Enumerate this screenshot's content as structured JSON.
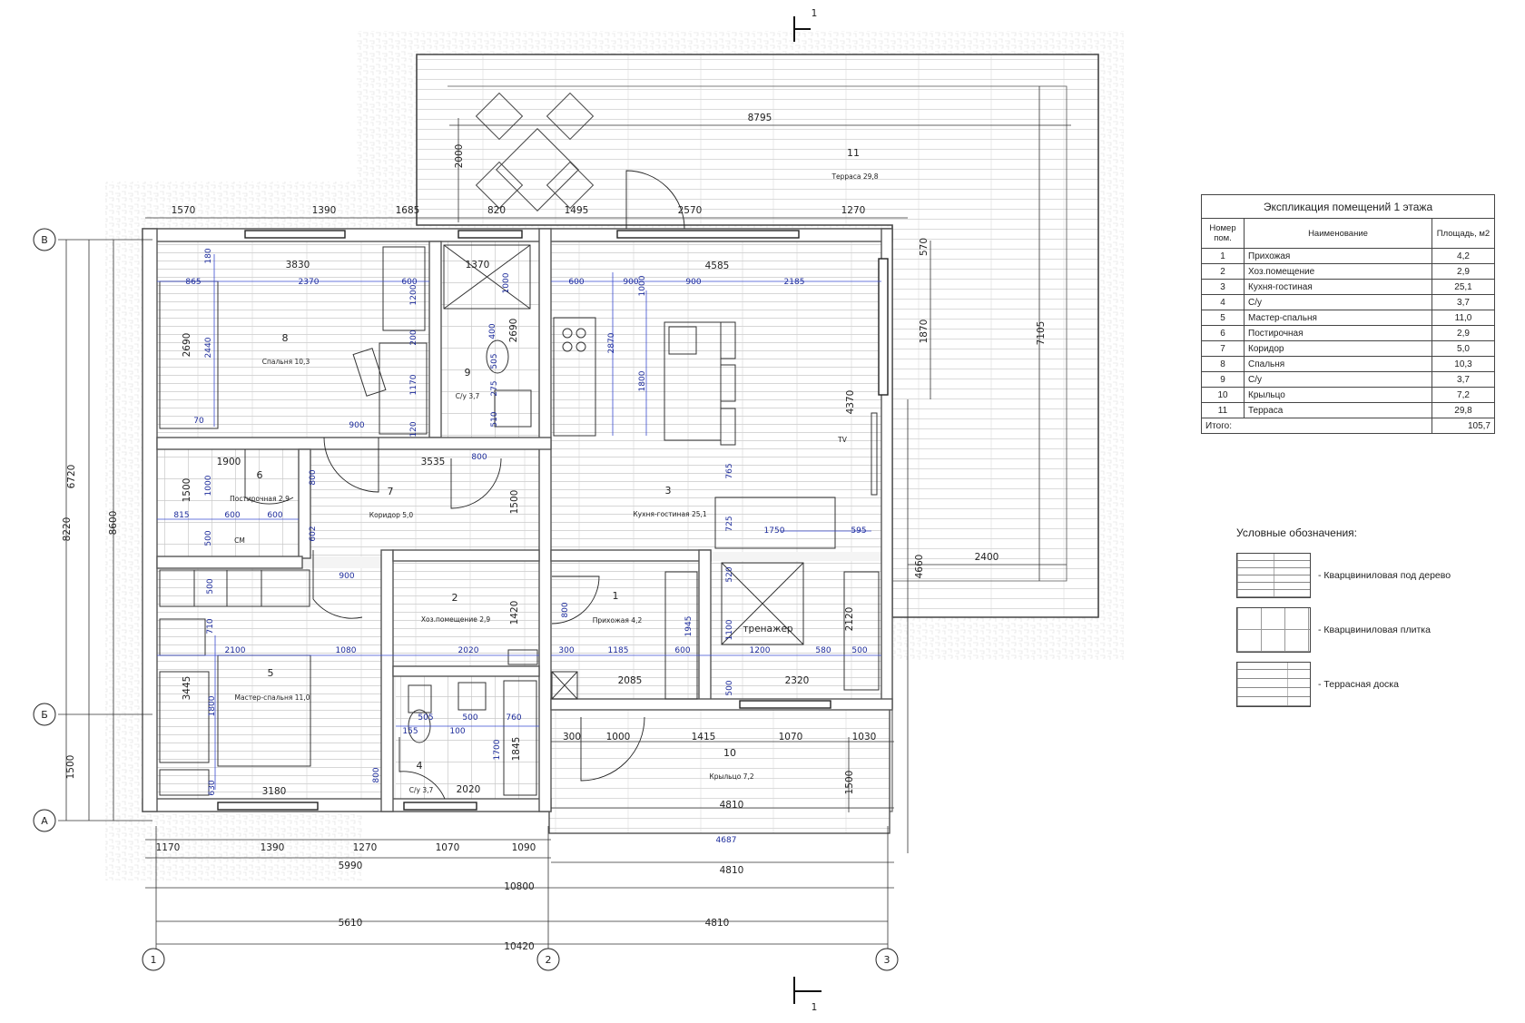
{
  "section_marks": {
    "top": "1",
    "bottom": "1"
  },
  "axes": {
    "rows": [
      "В",
      "Б",
      "А"
    ],
    "cols": [
      "1",
      "2",
      "3"
    ]
  },
  "rooms": [
    {
      "num": "1",
      "label": "Прихожая 4,2"
    },
    {
      "num": "2",
      "label": "Хоз.помещение 2,9"
    },
    {
      "num": "3",
      "label": "Кухня-гостиная 25,1"
    },
    {
      "num": "4",
      "label": "С/у 3,7"
    },
    {
      "num": "5",
      "label": "Мастер-спальня 11,0"
    },
    {
      "num": "6",
      "label": "Постирочная 2,9"
    },
    {
      "num": "7",
      "label": "Коридор 5,0"
    },
    {
      "num": "8",
      "label": "Спальня 10,3"
    },
    {
      "num": "9",
      "label": "С/у 3,7"
    },
    {
      "num": "10",
      "label": "Крыльцо 7,2"
    },
    {
      "num": "11",
      "label": "Терраса 29,8"
    }
  ],
  "fixtures": {
    "cm": "СМ",
    "trainer": "тренажер",
    "tv": "TV"
  },
  "dims_black": {
    "top": [
      "1570",
      "1390",
      "1685",
      "820",
      "1495",
      "2570",
      "1270"
    ],
    "terrace_width": "8795",
    "terrace_depth": "2000",
    "terrace_height": "7105",
    "right_a": "570",
    "right_b": "1870",
    "right_c": "4660",
    "right_d": "2400",
    "left_a": "8220",
    "left_b": "8600",
    "left_c": "6720",
    "left_d": "1500",
    "bottom": [
      "1170",
      "1390",
      "1270",
      "1070",
      "1090"
    ],
    "bottom_sum_1": "5990",
    "bottom_sum_2": "4810",
    "bottom_total": "10800",
    "axis_1_2": "5610",
    "axis_2_3": "4810",
    "axis_total": "10420",
    "porch_row": [
      "300",
      "1000",
      "1415",
      "1070",
      "1030"
    ],
    "porch_width": "4810",
    "porch_depth": "1500",
    "porch_inner": "4687",
    "bed8_w": "3830",
    "bed8_h": "2690",
    "bath9_w": "1370",
    "bath9_h": "2690",
    "kitchen_w": "4585",
    "kitchen_h": "4370",
    "laundry_w": "1900",
    "laundry_h": "1500",
    "corridor_w": "3535",
    "corridor_h": "1500",
    "storage_h": "1420",
    "entry_w": "2085",
    "trainer_w": "2320",
    "trainer_h": "2120",
    "master_h": "3445",
    "master_w": "3180",
    "bath4_w": "2020",
    "bath4_h": "1845"
  },
  "dims_blue": [
    "865",
    "2370",
    "600",
    "1200",
    "200",
    "1170",
    "120",
    "2440",
    "70",
    "900",
    "180",
    "1000",
    "400",
    "505",
    "275",
    "510",
    "600",
    "900",
    "1000",
    "900",
    "2185",
    "2870",
    "1800",
    "765",
    "725",
    "1750",
    "595",
    "1000",
    "815",
    "600",
    "600",
    "500",
    "800",
    "800",
    "602",
    "500",
    "710",
    "900",
    "2100",
    "1080",
    "2020",
    "300",
    "1185",
    "600",
    "1200",
    "580",
    "500",
    "520",
    "1100",
    "500",
    "1945",
    "1800",
    "630",
    "505",
    "500",
    "760",
    "155",
    "100",
    "1700",
    "800",
    "800"
  ],
  "schedule": {
    "title": "Экспликация помещений 1 этажа",
    "headers": {
      "num": "Номер пом.",
      "name": "Наименование",
      "area": "Площадь, м2"
    },
    "rows": [
      {
        "num": "1",
        "name": "Прихожая",
        "area": "4,2"
      },
      {
        "num": "2",
        "name": "Хоз.помещение",
        "area": "2,9"
      },
      {
        "num": "3",
        "name": "Кухня-гостиная",
        "area": "25,1"
      },
      {
        "num": "4",
        "name": "С/у",
        "area": "3,7"
      },
      {
        "num": "5",
        "name": "Мастер-спальня",
        "area": "11,0"
      },
      {
        "num": "6",
        "name": "Постирочная",
        "area": "2,9"
      },
      {
        "num": "7",
        "name": "Коридор",
        "area": "5,0"
      },
      {
        "num": "8",
        "name": "Спальня",
        "area": "10,3"
      },
      {
        "num": "9",
        "name": "С/у",
        "area": "3,7"
      },
      {
        "num": "10",
        "name": "Крыльцо",
        "area": "7,2"
      },
      {
        "num": "11",
        "name": "Терраса",
        "area": "29,8"
      }
    ],
    "total_label": "Итого:",
    "total_value": "105,7"
  },
  "legend": {
    "title": "Условные обозначения:",
    "items": [
      {
        "text": "- Кварцвиниловая под дерево"
      },
      {
        "text": "- Кварцвиниловая плитка"
      },
      {
        "text": "- Террасная доска"
      }
    ]
  }
}
